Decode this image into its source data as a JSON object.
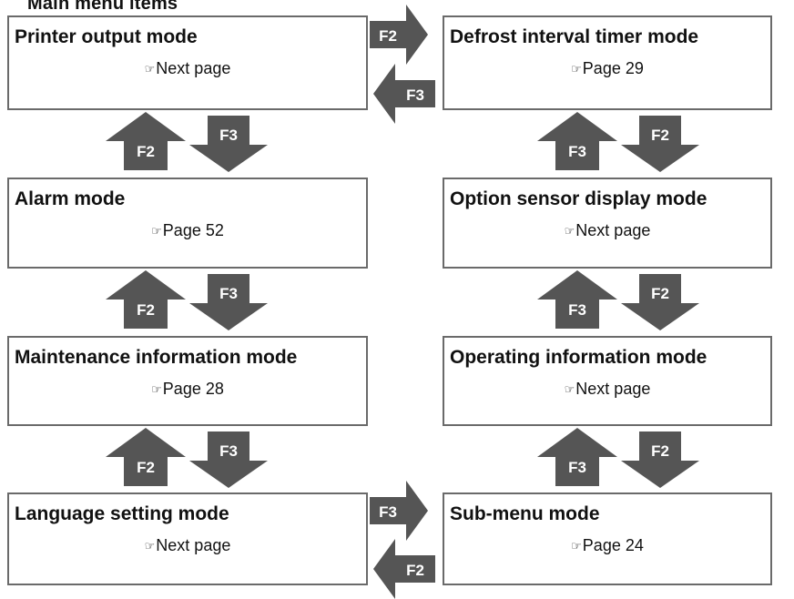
{
  "title": "Main menu items",
  "colors": {
    "box_border": "#6a6a6a",
    "arrow_fill": "#555555",
    "arrow_text": "#ffffff"
  },
  "icons": {
    "reference": "pointing-hand-icon"
  },
  "pointer_glyph": "☞",
  "left_column": [
    {
      "name": "Printer output mode",
      "ref": "Next page"
    },
    {
      "name": "Alarm mode",
      "ref": "Page 52"
    },
    {
      "name": "Maintenance information mode",
      "ref": "Page 28"
    },
    {
      "name": "Language setting mode",
      "ref": "Next page"
    }
  ],
  "right_column": [
    {
      "name": "Defrost interval timer mode",
      "ref": "Page 29"
    },
    {
      "name": "Option sensor display mode",
      "ref": "Next page"
    },
    {
      "name": "Operating information mode",
      "ref": "Next page"
    },
    {
      "name": "Sub-menu mode",
      "ref": "Page 24"
    }
  ],
  "keys": {
    "left_up": "F2",
    "left_down": "F3",
    "right_up": "F3",
    "right_down": "F2",
    "top_right": "F2",
    "top_left": "F3",
    "bottom_right": "F3",
    "bottom_left": "F2"
  }
}
